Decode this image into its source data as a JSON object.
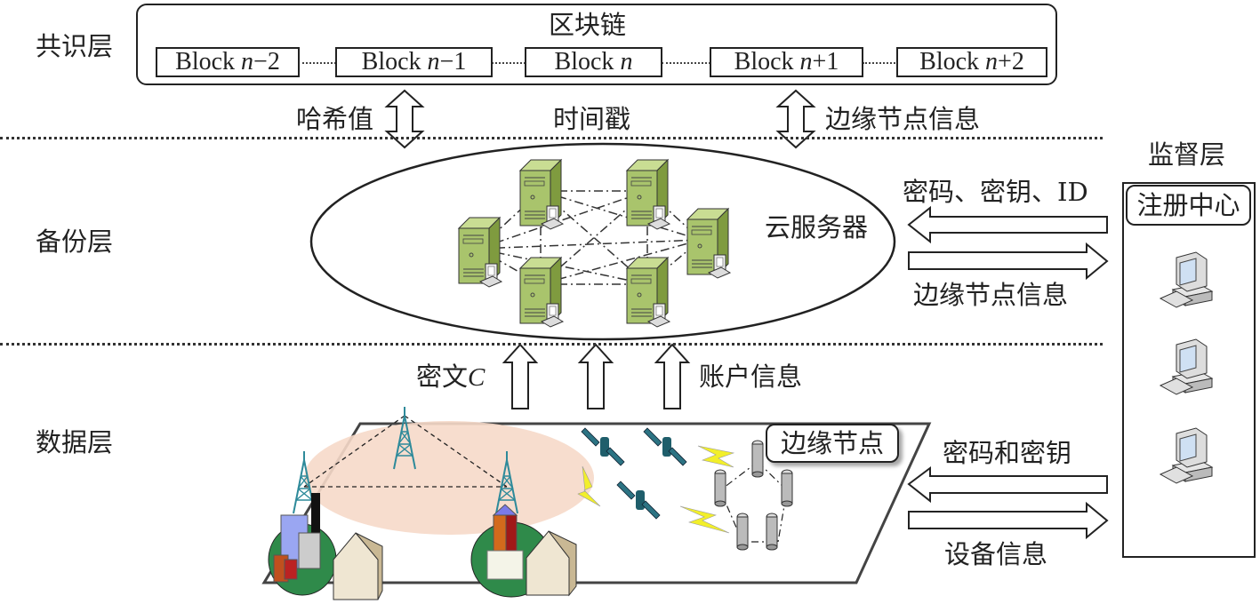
{
  "layers": {
    "consensus": "共识层",
    "backup": "备份层",
    "data": "数据层",
    "supervision": "监督层"
  },
  "blockchain": {
    "title": "区块链",
    "blocks": [
      {
        "prefix": "Block ",
        "var": "n",
        "suffix": "−2"
      },
      {
        "prefix": "Block ",
        "var": "n",
        "suffix": "−1"
      },
      {
        "prefix": "Block ",
        "var": "n",
        "suffix": ""
      },
      {
        "prefix": "Block ",
        "var": "n",
        "suffix": "+1"
      },
      {
        "prefix": "Block ",
        "var": "n",
        "suffix": "+2"
      }
    ]
  },
  "consensus_flows": {
    "hash": "哈希值",
    "timestamp": "时间戳",
    "edge_info": "边缘节点信息"
  },
  "backup": {
    "cloud_label": "云服务器",
    "server_count": 6
  },
  "supervision": {
    "registry_label": "注册中心",
    "to_backup_label": "密码、密钥、ID",
    "from_backup_label": "边缘节点信息",
    "to_data_label": "密码和密钥",
    "from_data_label": "设备信息",
    "terminal_count": 3
  },
  "data_flows": {
    "ciphertext_prefix": "密文",
    "ciphertext_var": "C",
    "account_info": "账户信息"
  },
  "data_layer": {
    "edge_node_label": "边缘节点"
  },
  "colors": {
    "server_green": "#a9c46c",
    "coverage_fill": "#f6d9c9",
    "tower_teal": "#2e8a9a",
    "satellite": "#1f5e6b",
    "lightning": "#f2ef2a",
    "ground": "#2f8a4a"
  }
}
